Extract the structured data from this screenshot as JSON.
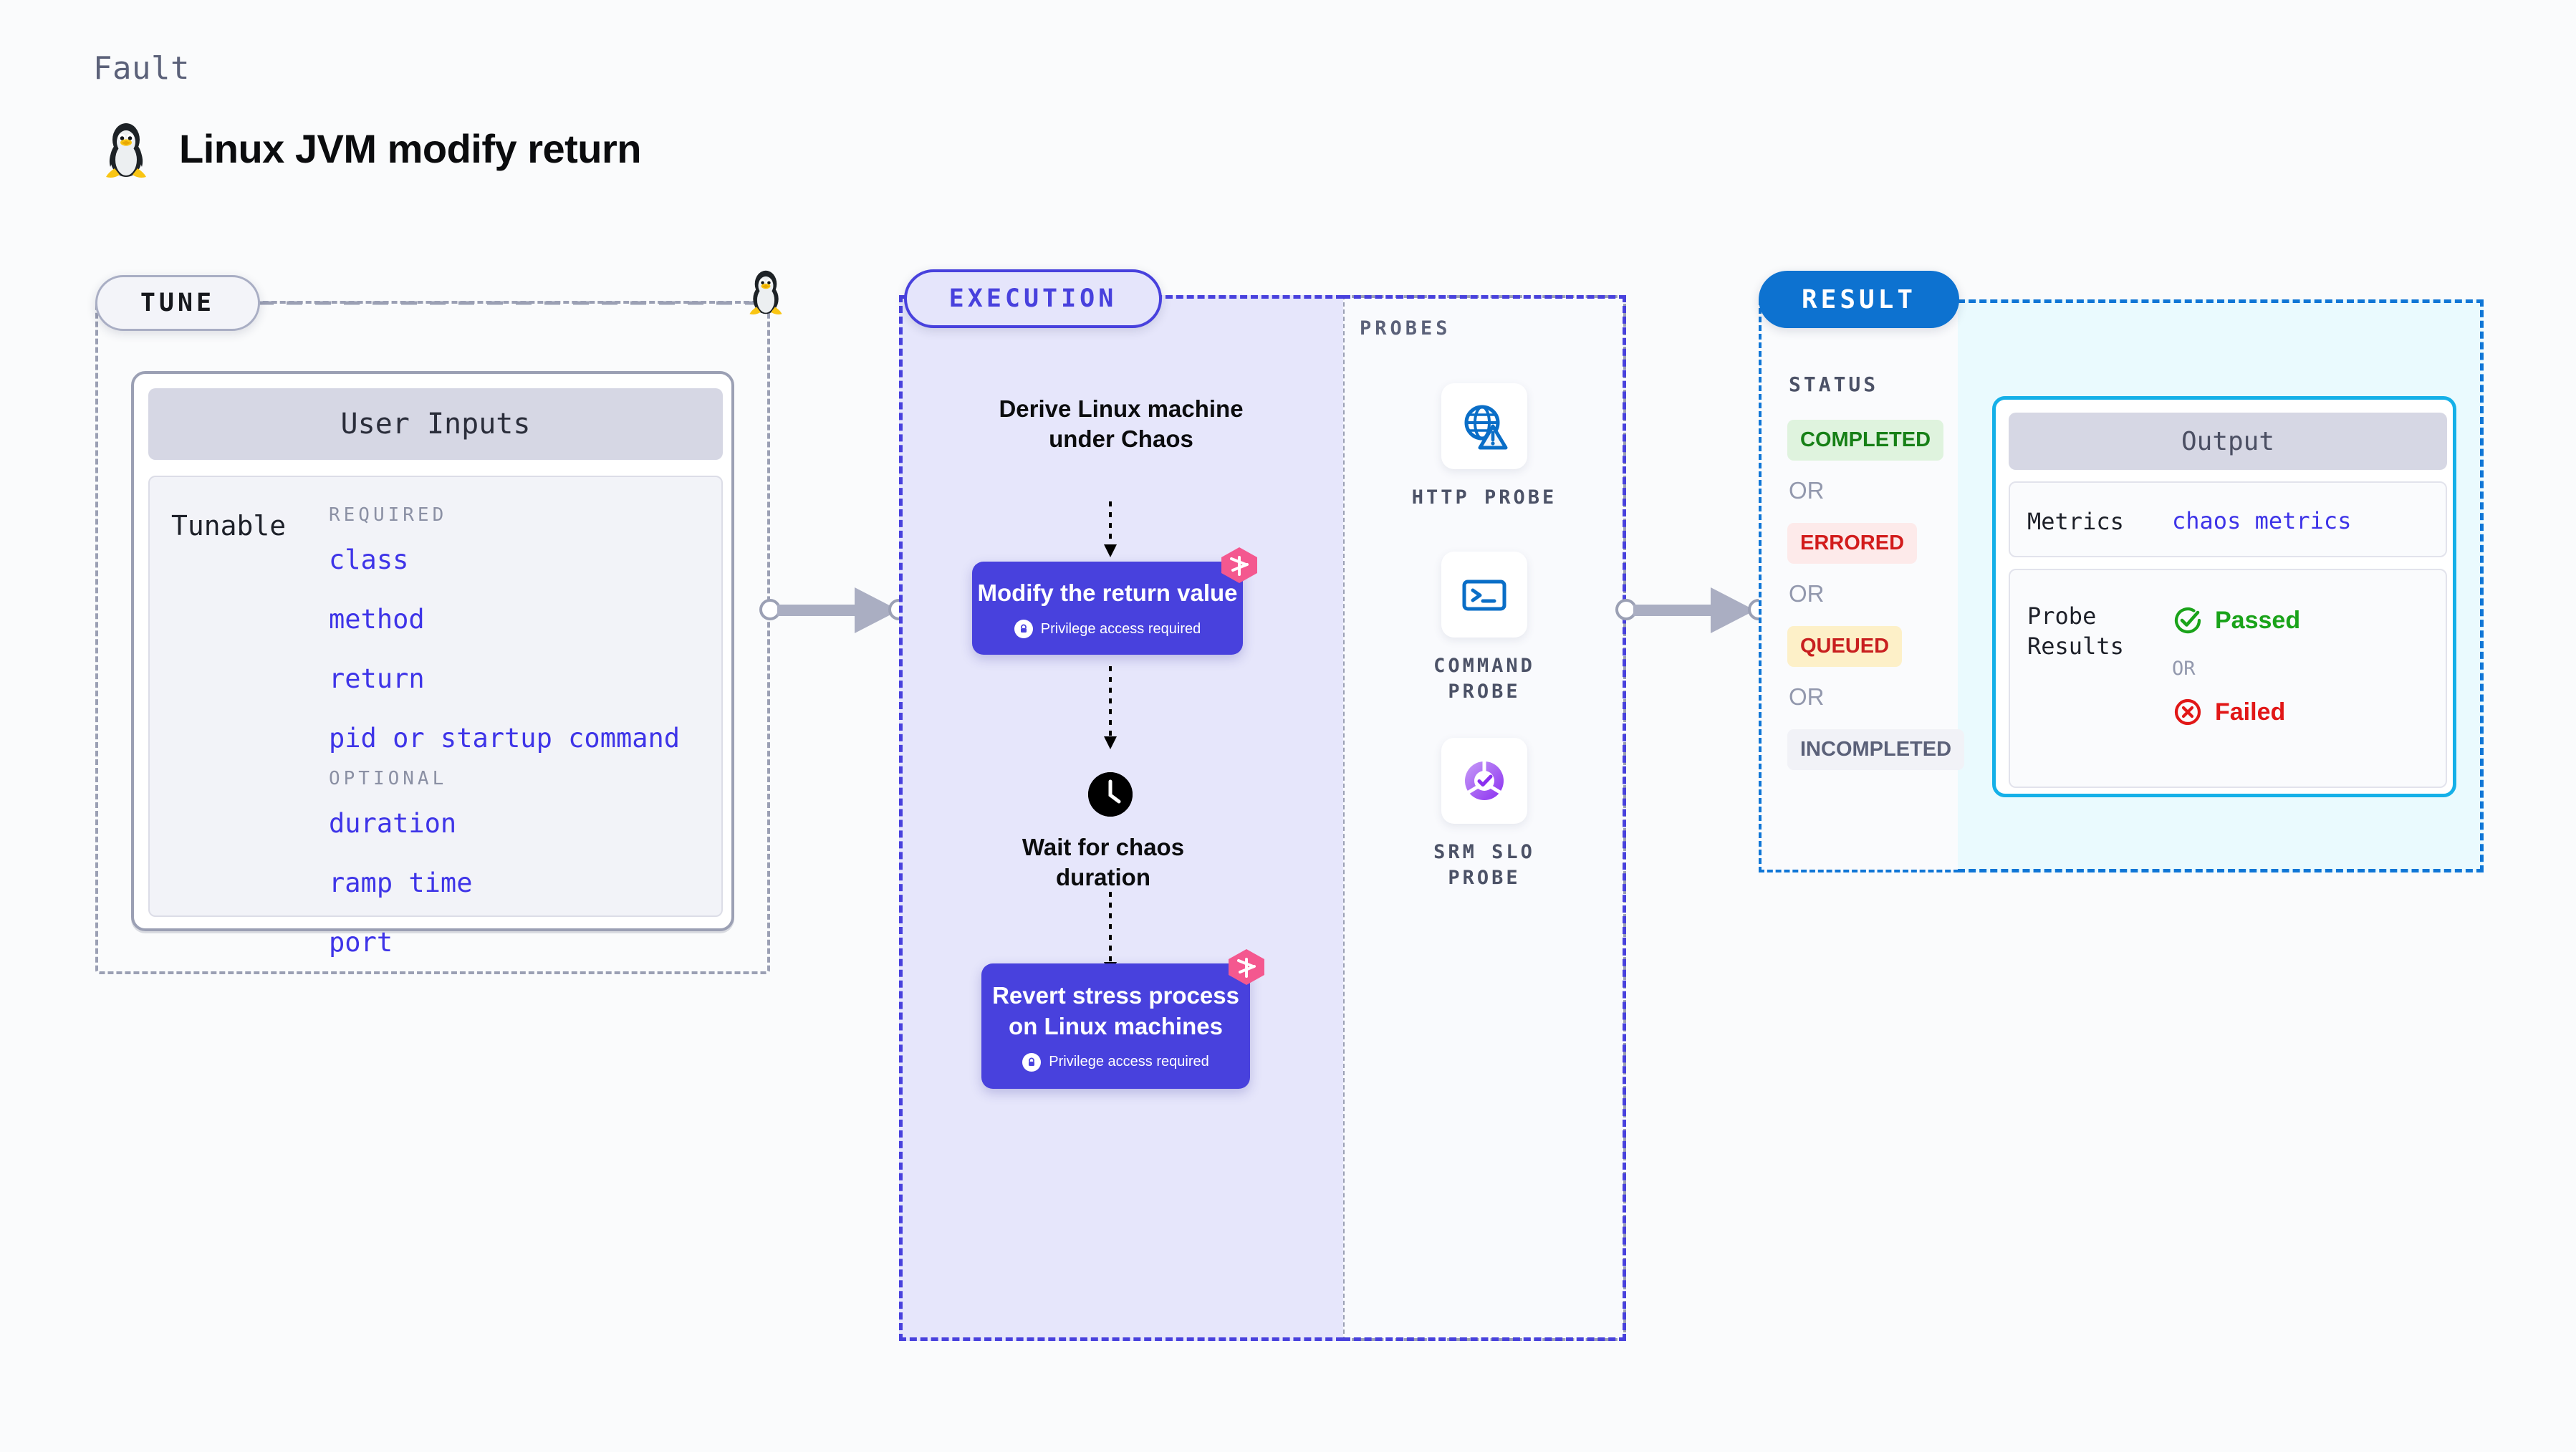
{
  "header": {
    "kicker": "Fault",
    "title": "Linux JVM modify return",
    "icon": "linux-penguin-icon"
  },
  "tune": {
    "pill_label": "TUNE",
    "card": {
      "header": "User Inputs",
      "tunable_label": "Tunable",
      "groups": [
        {
          "label": "REQUIRED",
          "items": [
            "class",
            "method",
            "return",
            "pid or startup command"
          ]
        },
        {
          "label": "OPTIONAL",
          "items": [
            "duration",
            "ramp time",
            "port"
          ]
        }
      ]
    }
  },
  "execution": {
    "pill_label": "EXECUTION",
    "steps": [
      {
        "kind": "text",
        "label": "Derive Linux machine under Chaos"
      },
      {
        "kind": "box",
        "label": "Modify the return value",
        "privilege": "Privilege access required",
        "badge": "harness-logo-icon"
      },
      {
        "kind": "clock",
        "label": "Wait for chaos duration",
        "icon": "clock-icon"
      },
      {
        "kind": "box",
        "label": "Revert stress process on Linux machines",
        "privilege": "Privilege access required",
        "badge": "harness-logo-icon"
      }
    ]
  },
  "probes": {
    "title": "PROBES",
    "items": [
      {
        "label": "HTTP PROBE",
        "icon": "globe-warning-icon"
      },
      {
        "label": "COMMAND PROBE",
        "icon": "terminal-icon"
      },
      {
        "label": "SRM SLO PROBE",
        "icon": "slo-check-icon"
      }
    ]
  },
  "result": {
    "pill_label": "RESULT",
    "status_title": "STATUS",
    "or_label": "OR",
    "statuses": [
      {
        "label": "COMPLETED",
        "bg": "#dff3de",
        "fg": "#178017"
      },
      {
        "label": "ERRORED",
        "bg": "#fdeaea",
        "fg": "#d21c1c"
      },
      {
        "label": "QUEUED",
        "bg": "#fdf0c8",
        "fg": "#c81f1f"
      },
      {
        "label": "INCOMPLETED",
        "bg": "#f1f2f7",
        "fg": "#5b6179"
      }
    ],
    "output": {
      "header": "Output",
      "metrics_key": "Metrics",
      "metrics_value": "chaos metrics",
      "probe_key": "Probe Results",
      "passed_label": "Passed",
      "failed_label": "Failed",
      "or_label": "OR",
      "passed_icon": "check-circle-icon",
      "failed_icon": "x-circle-icon"
    }
  },
  "colors": {
    "accent_purple": "#4841dd",
    "accent_blue": "#0d72d0",
    "accent_cyan": "#15b0e8",
    "harness_pink": "#f4588f",
    "pass_green": "#1aa31a",
    "fail_red": "#e11717",
    "gray_dash": "#9ba0b4"
  }
}
